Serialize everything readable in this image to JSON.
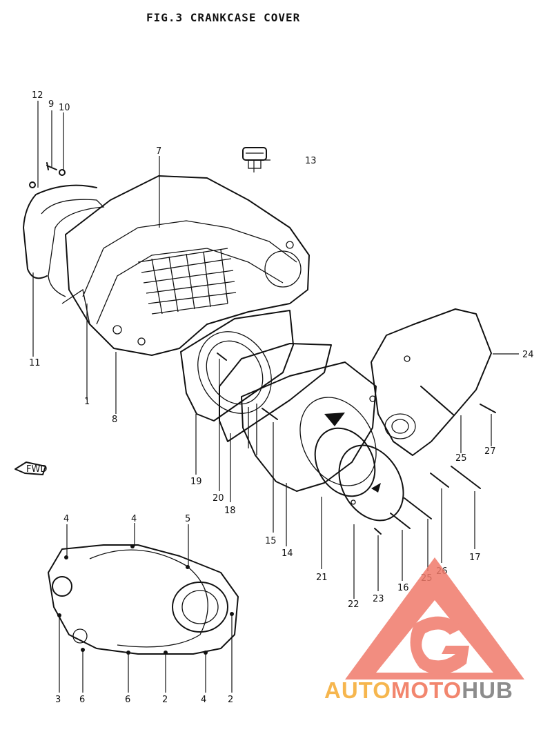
{
  "header": {
    "title": "FIG.3 CRANKCASE COVER"
  },
  "fwd_marker": "FWD",
  "watermark": {
    "auto": "AUTO",
    "moto": "MOTO",
    "hub": "HUB",
    "colors": {
      "auto": "#f6b64e",
      "moto": "#f2866e",
      "hub": "#8c8c8c",
      "logo": "#f07a6a"
    }
  },
  "callouts": [
    {
      "id": "c12",
      "text": "12"
    },
    {
      "id": "c9",
      "text": "9"
    },
    {
      "id": "c10",
      "text": "10"
    },
    {
      "id": "c7",
      "text": "7"
    },
    {
      "id": "c13",
      "text": "13"
    },
    {
      "id": "c11",
      "text": "11"
    },
    {
      "id": "c1",
      "text": "1"
    },
    {
      "id": "c8",
      "text": "8"
    },
    {
      "id": "c24",
      "text": "24"
    },
    {
      "id": "c19",
      "text": "19"
    },
    {
      "id": "c20",
      "text": "20"
    },
    {
      "id": "c18",
      "text": "18"
    },
    {
      "id": "c15",
      "text": "15"
    },
    {
      "id": "c14",
      "text": "14"
    },
    {
      "id": "c21",
      "text": "21"
    },
    {
      "id": "c22",
      "text": "22"
    },
    {
      "id": "c23",
      "text": "23"
    },
    {
      "id": "c16",
      "text": "16"
    },
    {
      "id": "c25a",
      "text": "25"
    },
    {
      "id": "c26",
      "text": "26"
    },
    {
      "id": "c17",
      "text": "17"
    },
    {
      "id": "c25b",
      "text": "25"
    },
    {
      "id": "c27",
      "text": "27"
    },
    {
      "id": "c4a",
      "text": "4"
    },
    {
      "id": "c4b",
      "text": "4"
    },
    {
      "id": "c5",
      "text": "5"
    },
    {
      "id": "c3",
      "text": "3"
    },
    {
      "id": "c6a",
      "text": "6"
    },
    {
      "id": "c6b",
      "text": "6"
    },
    {
      "id": "c2a",
      "text": "2"
    },
    {
      "id": "c4c",
      "text": "4"
    },
    {
      "id": "c2b",
      "text": "2"
    }
  ]
}
